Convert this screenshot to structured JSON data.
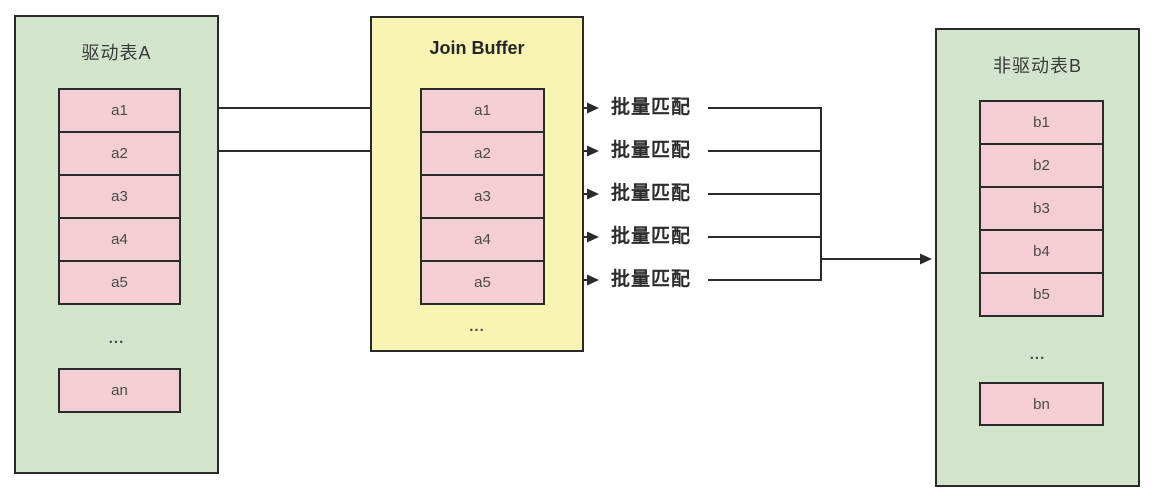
{
  "diagram": {
    "table_a": {
      "title": "驱动表A",
      "rows": [
        "a1",
        "a2",
        "a3",
        "a4",
        "a5"
      ],
      "ellipsis": "...",
      "last_row": "an"
    },
    "join_buffer": {
      "title": "Join Buffer",
      "rows": [
        "a1",
        "a2",
        "a3",
        "a4",
        "a5"
      ],
      "ellipsis": "..."
    },
    "table_b": {
      "title": "非驱动表B",
      "rows": [
        "b1",
        "b2",
        "b3",
        "b4",
        "b5"
      ],
      "ellipsis": "...",
      "last_row": "bn"
    },
    "match_labels": [
      "批量匹配",
      "批量匹配",
      "批量匹配",
      "批量匹配",
      "批量匹配"
    ],
    "icons": {
      "cursor": "mouse-pointer-icon"
    },
    "colors": {
      "table_fill": "#d3e4cc",
      "buffer_fill": "#f8f4b3",
      "row_fill": "#f4ced4",
      "border": "#2a2a2a",
      "arrow": "#2a2a2a",
      "background": "#ffffff"
    }
  }
}
